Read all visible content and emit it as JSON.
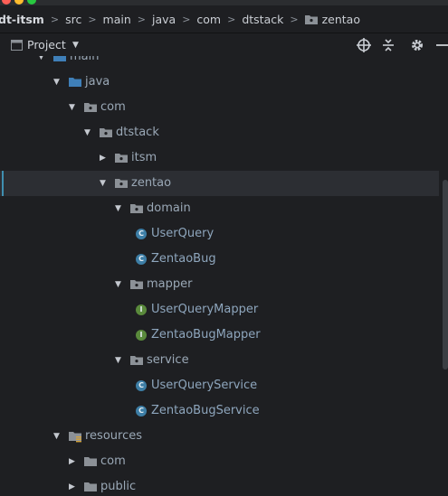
{
  "breadcrumb": {
    "items": [
      "dt-itsm",
      "src",
      "main",
      "java",
      "com",
      "dtstack",
      "zentao"
    ],
    "separator": ">"
  },
  "toolbar": {
    "view_label": "Project"
  },
  "tree": {
    "rows": [
      {
        "label": "main",
        "kind": "folder-blue",
        "expanded": true
      },
      {
        "label": "java",
        "kind": "folder-blue",
        "expanded": true
      },
      {
        "label": "com",
        "kind": "package",
        "expanded": true
      },
      {
        "label": "dtstack",
        "kind": "package",
        "expanded": true
      },
      {
        "label": "itsm",
        "kind": "package",
        "expanded": false
      },
      {
        "label": "zentao",
        "kind": "package",
        "expanded": true,
        "selected": true
      },
      {
        "label": "domain",
        "kind": "package",
        "expanded": true
      },
      {
        "label": "UserQuery",
        "kind": "class"
      },
      {
        "label": "ZentaoBug",
        "kind": "class"
      },
      {
        "label": "mapper",
        "kind": "package",
        "expanded": true
      },
      {
        "label": "UserQueryMapper",
        "kind": "interface"
      },
      {
        "label": "ZentaoBugMapper",
        "kind": "interface"
      },
      {
        "label": "service",
        "kind": "package",
        "expanded": true
      },
      {
        "label": "UserQueryService",
        "kind": "class"
      },
      {
        "label": "ZentaoBugService",
        "kind": "class"
      },
      {
        "label": "resources",
        "kind": "resources",
        "expanded": true
      },
      {
        "label": "com",
        "kind": "folder",
        "expanded": false
      },
      {
        "label": "public",
        "kind": "folder",
        "expanded": false
      }
    ],
    "class_badge": "C",
    "interface_badge": "I"
  },
  "colors": {
    "class_badge": "#3d7ea6",
    "interface_badge": "#5a8a3c",
    "folder_blue": "#3f7fb8",
    "folder_grey": "#8c9197",
    "selection": "#2c2e33"
  }
}
